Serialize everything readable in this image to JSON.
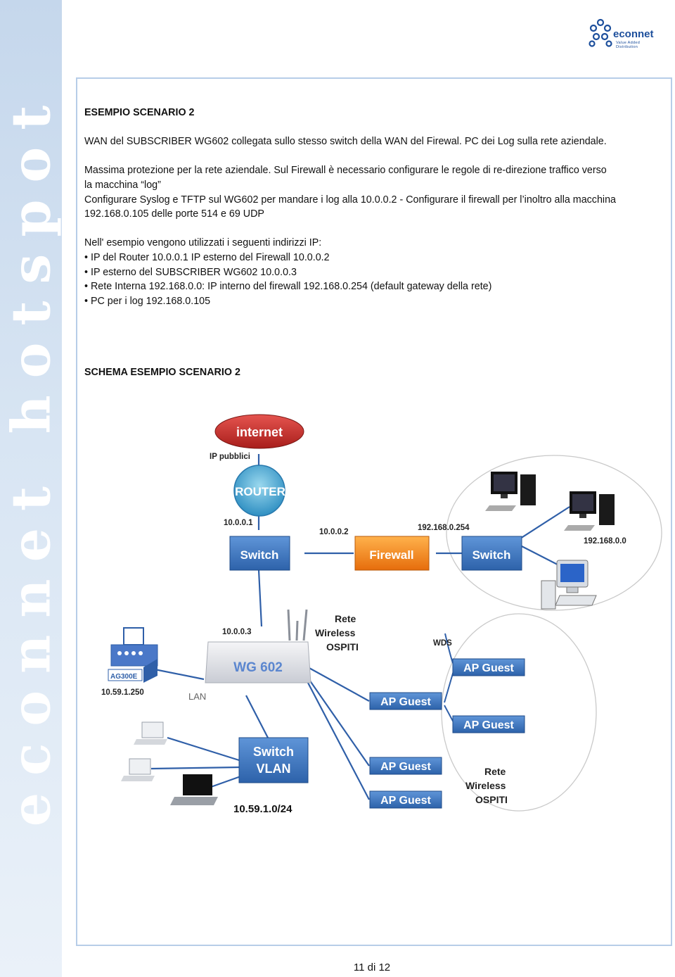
{
  "side_text": "econnet hotspot",
  "logo": {
    "name": "econnet",
    "tagline": "Value Added Distribution"
  },
  "section1": {
    "heading": "ESEMPIO SCENARIO 2",
    "line1": "WAN del SUBSCRIBER WG602 collegata sullo stesso switch della WAN del Firewal. PC dei Log sulla rete aziendale.",
    "para2": [
      "Massima protezione per la rete aziendale. Sul Firewall è necessario configurare le regole di re-direzione traffico verso",
      "la macchina “log”",
      "Configurare Syslog e TFTP sul WG602 per mandare i log alla 10.0.0.2 - Configurare il firewall per l’inoltro alla macchina",
      "192.168.0.105 delle porte 514 e 69 UDP"
    ],
    "intro": "Nell' esempio vengono utilizzati i seguenti indirizzi IP:",
    "bullets": [
      "• IP del Router 10.0.0.1   IP esterno del Firewall 10.0.0.2",
      "• IP esterno del SUBSCRIBER WG602 10.0.0.3",
      "• Rete Interna 192.168.0.0: IP interno del firewall 192.168.0.254 (default gateway della rete)",
      "• PC per i log 192.168.0.105"
    ]
  },
  "schema_title": "SCHEMA  ESEMPIO SCENARIO 2",
  "diagram": {
    "internet": "internet",
    "ip_pubblici": "IP pubblici",
    "router": "ROUTER",
    "router_ip": "10.0.0.1",
    "switch1": "Switch",
    "fw_ext_ip": "10.0.0.2",
    "firewall": "Firewall",
    "fw_int_ip": "192.168.0.254",
    "switch2": "Switch",
    "lan_ip": "192.168.0.0",
    "wg_ip": "10.0.0.3",
    "wg": "WG 602",
    "rete_top": [
      "Rete",
      "Wireless",
      "OSPITI"
    ],
    "wds": "WDS",
    "ap_guest": "AP Guest",
    "printer_label": "AG300E",
    "printer_ip": "10.59.1.250",
    "lan": "LAN",
    "switch_vlan": [
      "Switch",
      "VLAN"
    ],
    "subnet": "10.59.1.0/24",
    "rete_bottom": [
      "Rete",
      "Wireless",
      "OSPITI"
    ]
  },
  "page_number": "11 di 12"
}
